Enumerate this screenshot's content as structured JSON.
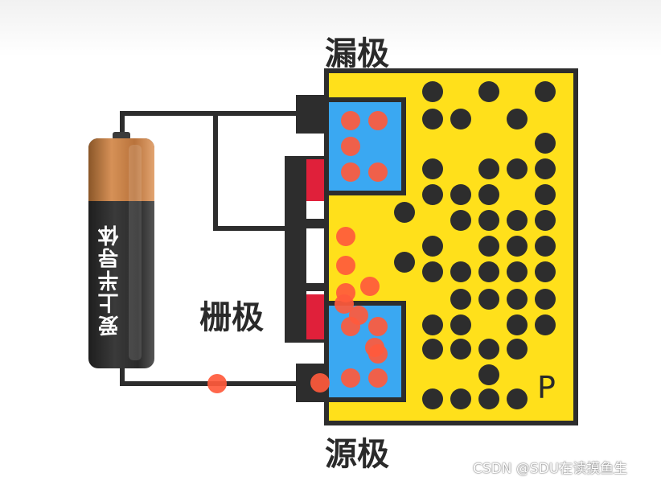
{
  "labels": {
    "drain": "漏极",
    "gate": "栅极",
    "source": "源极",
    "p_region": "P",
    "battery": "爱上半导体"
  },
  "watermark": "CSDN @SDU在读摸鱼生",
  "colors": {
    "substrate": "#FFE01B",
    "n_region": "#3AA8F2",
    "metal": "#2D2D2D",
    "oxide_red": "#E0203A",
    "electron": "#FF5A3C",
    "hole": "#2D2D2D",
    "battery_copper": "#C9834A",
    "battery_body": "#2B2B2B"
  },
  "icons": {
    "battery": "battery-icon",
    "electron": "electron-dot",
    "hole": "hole-dot"
  }
}
